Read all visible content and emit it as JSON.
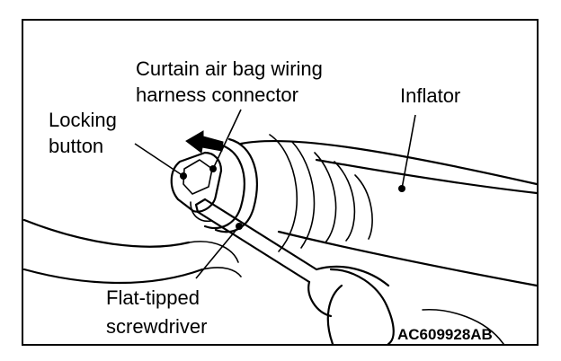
{
  "labels": {
    "curtain_line1": "Curtain air bag wiring",
    "curtain_line2": "harness connector",
    "inflator": "Inflator",
    "locking_line1": "Locking",
    "locking_line2": "button",
    "screwdriver_line1": "Flat-tipped",
    "screwdriver_line2": "screwdriver"
  },
  "figure_code": "AC609928AB"
}
